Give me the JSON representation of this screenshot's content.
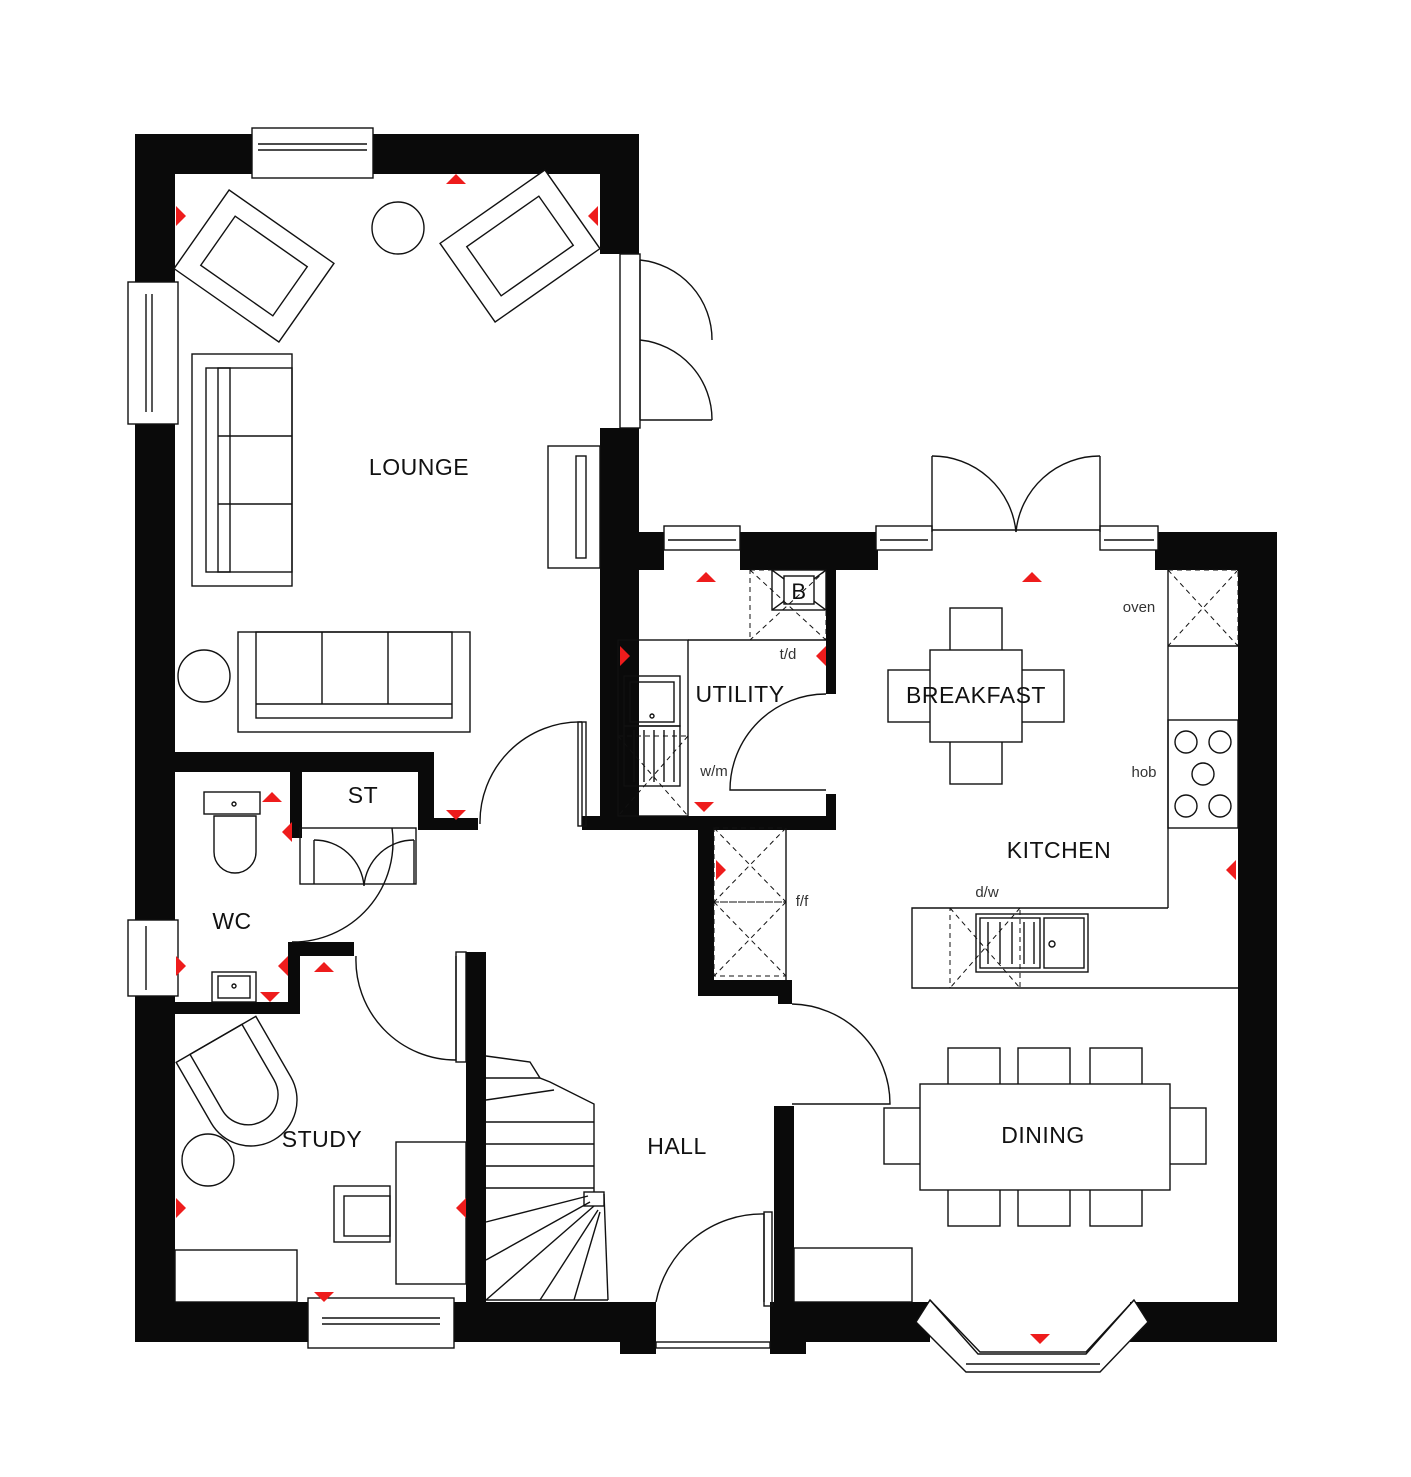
{
  "rooms": {
    "lounge": "LOUNGE",
    "utility": "UTILITY",
    "breakfast": "BREAKFAST",
    "kitchen": "KITCHEN",
    "st": "ST",
    "wc": "WC",
    "study": "STUDY",
    "hall": "HALL",
    "dining": "DINING"
  },
  "appliances": {
    "boiler": "B",
    "tumble_dryer": "t/d",
    "washing_machine": "w/m",
    "fridge_freezer": "f/f",
    "oven": "oven",
    "hob": "hob",
    "dishwasher": "d/w"
  },
  "colors": {
    "walls": "#0a0a0a",
    "socket_markers": "#ee1c1c",
    "background": "#ffffff"
  }
}
